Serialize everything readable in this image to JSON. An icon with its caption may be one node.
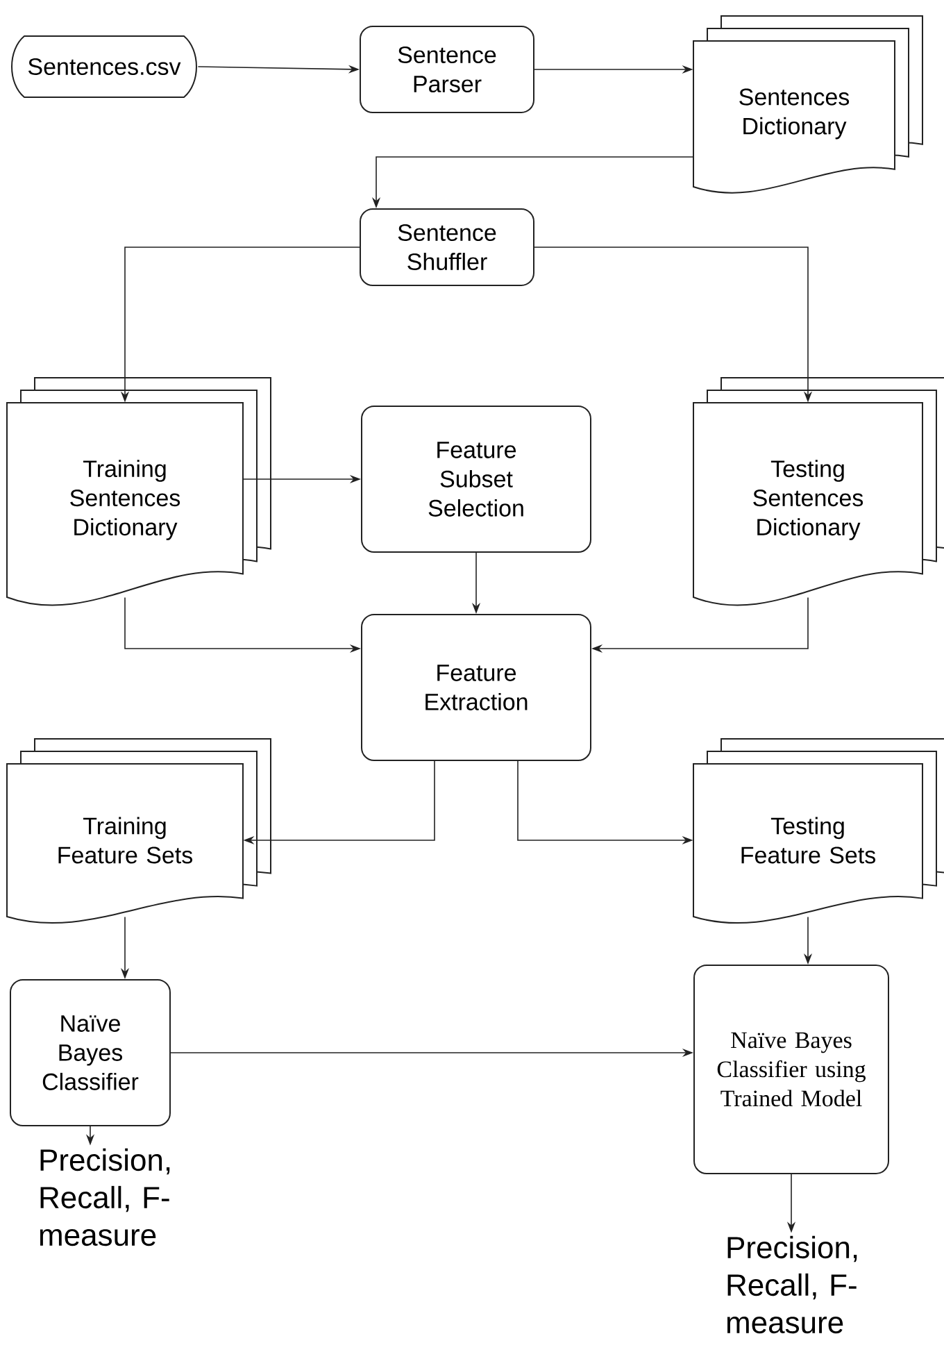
{
  "diagram": {
    "nodes": [
      {
        "text": [
          "Sentences.csv"
        ]
      },
      {
        "text": [
          "Sentence Parser"
        ]
      },
      {
        "text": [
          "Sentences Dictionary"
        ]
      },
      {
        "text": [
          "Sentence Shuffler"
        ]
      },
      {
        "text": [
          "Training Sentences Dictionary"
        ]
      },
      {
        "text": [
          "Feature Subset Selection"
        ]
      },
      {
        "text": [
          "Testing Sentences Dictionary"
        ]
      },
      {
        "text": [
          "Feature Extraction"
        ]
      },
      {
        "text": [
          "Training Feature Sets"
        ]
      },
      {
        "text": [
          "Testing Feature Sets"
        ]
      },
      {
        "text": [
          "Naïve Bayes Classifier"
        ]
      },
      {
        "text": [
          "Naïve Bayes Classifier using Trained Model"
        ]
      },
      {
        "text": [
          "Precision, Recall, F-measure"
        ]
      },
      {
        "text": [
          "Precision, Recall, F-measure"
        ]
      }
    ],
    "edges": [
      {
        "from": 0,
        "to": 1,
        "arrow": "to"
      },
      {
        "from": 1,
        "to": 2,
        "arrow": "to"
      },
      {
        "from": 2,
        "to": 3,
        "arrow": "to"
      },
      {
        "from": 3,
        "to": 4,
        "arrow": "to"
      },
      {
        "from": 3,
        "to": 6,
        "arrow": "to"
      },
      {
        "from": 4,
        "to": 5,
        "arrow": "to"
      },
      {
        "from": 5,
        "to": 7,
        "arrow": "to"
      },
      {
        "from": 4,
        "to": 7,
        "arrow": "to"
      },
      {
        "from": 6,
        "to": 7,
        "arrow": "to"
      },
      {
        "from": 7,
        "to": 8,
        "arrow": "to"
      },
      {
        "from": 7,
        "to": 9,
        "arrow": "to"
      },
      {
        "from": 8,
        "to": 10,
        "arrow": "to"
      },
      {
        "from": 9,
        "to": 11,
        "arrow": "to"
      },
      {
        "from": 10,
        "to": 11,
        "arrow": "to"
      },
      {
        "from": 10,
        "to": 12,
        "arrow": "to"
      },
      {
        "from": 11,
        "to": 13,
        "arrow": "to"
      }
    ]
  }
}
